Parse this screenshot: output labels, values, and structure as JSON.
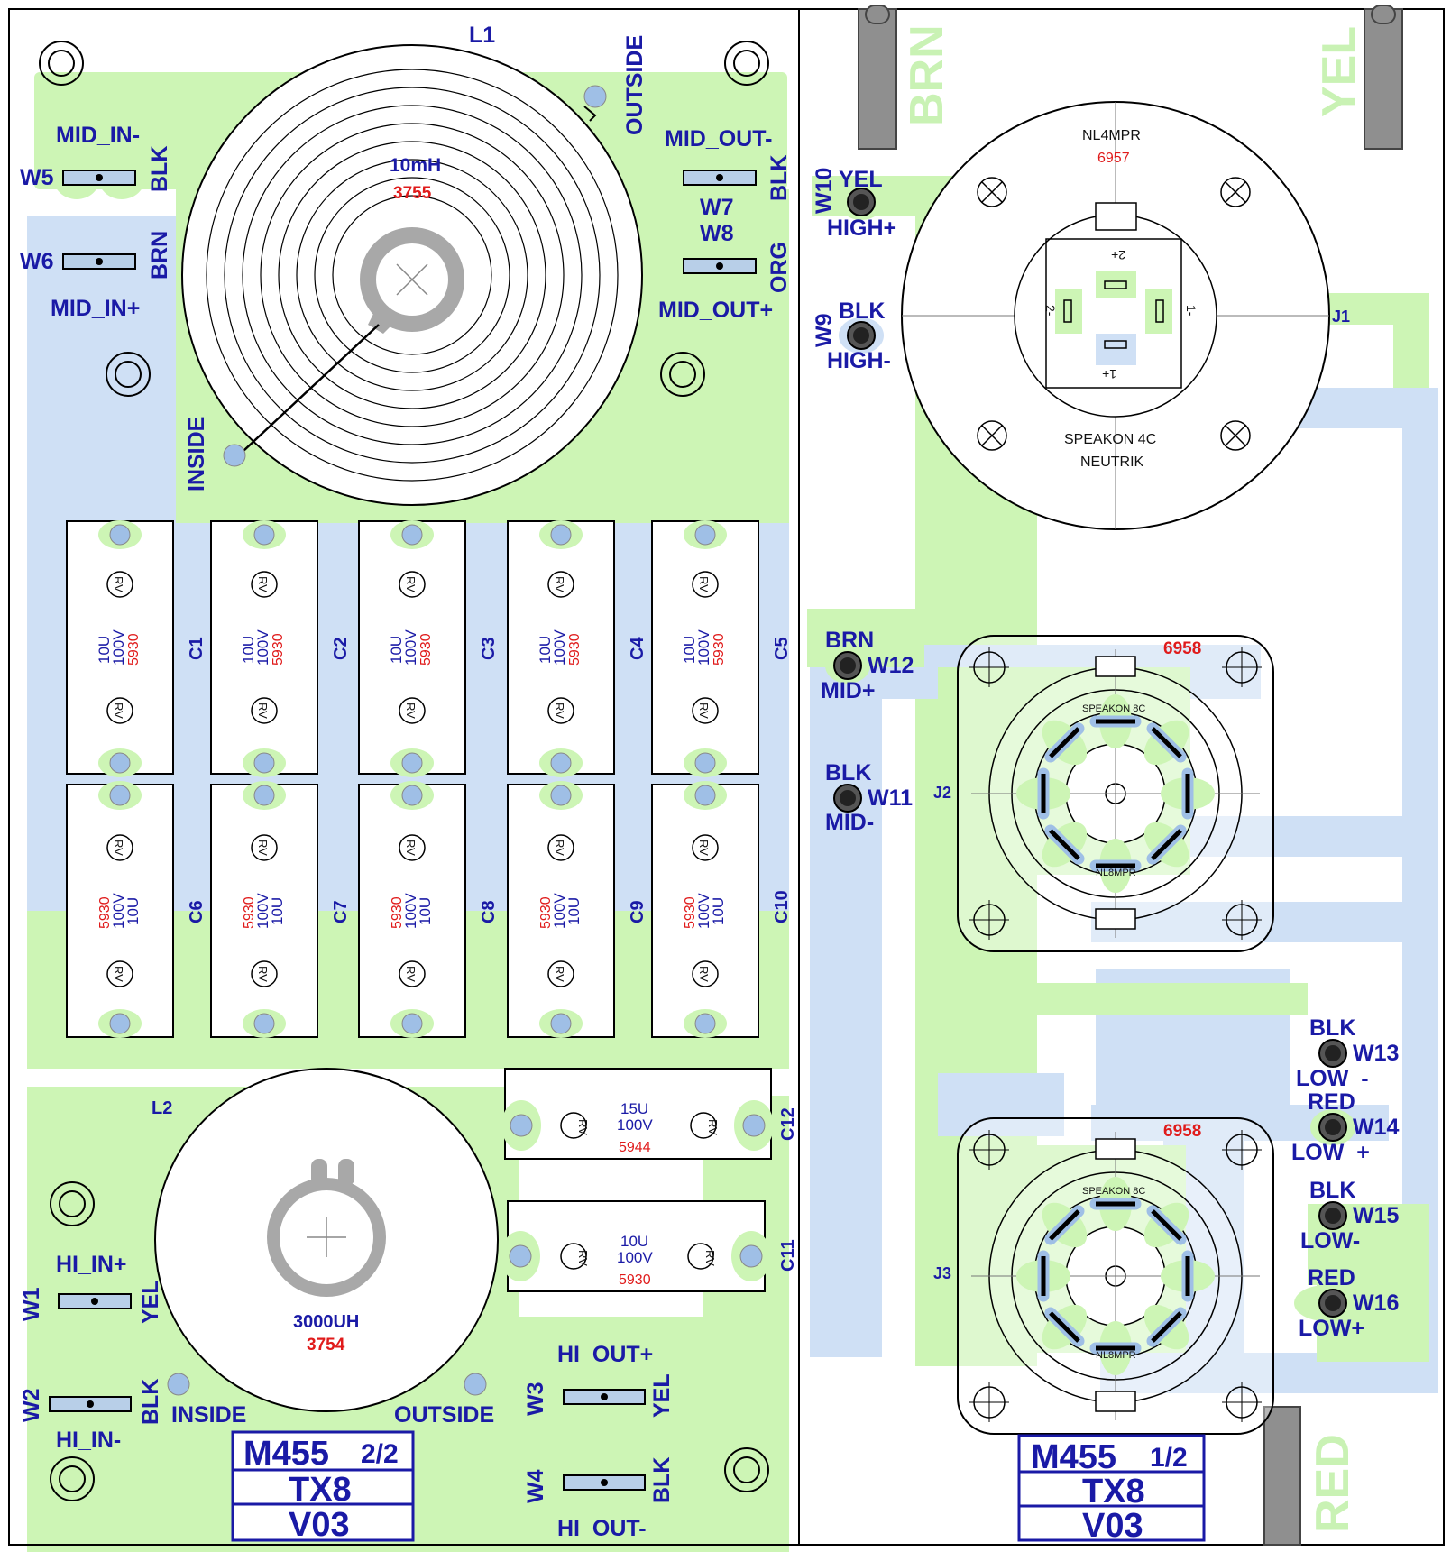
{
  "boards": {
    "left": {
      "coil_l1": {
        "ref": "L1",
        "value": "10mH",
        "part": "3755",
        "outside": "OUTSIDE",
        "inside": "INSIDE"
      },
      "coil_l2": {
        "ref": "L2",
        "value": "3000UH",
        "part": "3754",
        "outside": "OUTSIDE",
        "inside": "INSIDE"
      },
      "wires": [
        {
          "id": "W5",
          "signal": "MID_IN-",
          "color": "BLK"
        },
        {
          "id": "W6",
          "signal": "MID_IN+",
          "color": "BRN"
        },
        {
          "id": "W7",
          "signal": "MID_OUT-",
          "color": "BLK"
        },
        {
          "id": "W8",
          "signal": "MID_OUT+",
          "color": "ORG"
        },
        {
          "id": "W1",
          "signal": "HI_IN+",
          "color": "YEL"
        },
        {
          "id": "W2",
          "signal": "HI_IN-",
          "color": "BLK"
        },
        {
          "id": "W3",
          "signal": "HI_OUT+",
          "color": "YEL"
        },
        {
          "id": "W4",
          "signal": "HI_OUT-",
          "color": "BLK"
        }
      ],
      "caps_top": [
        {
          "ref": "C1",
          "cap": "10U",
          "volt": "100V",
          "part": "5930"
        },
        {
          "ref": "C2",
          "cap": "10U",
          "volt": "100V",
          "part": "5930"
        },
        {
          "ref": "C3",
          "cap": "10U",
          "volt": "100V",
          "part": "5930"
        },
        {
          "ref": "C4",
          "cap": "10U",
          "volt": "100V",
          "part": "5930"
        },
        {
          "ref": "C5",
          "cap": "10U",
          "volt": "100V",
          "part": "5930"
        }
      ],
      "caps_bottom": [
        {
          "ref": "C6",
          "cap": "10U",
          "volt": "100V",
          "part": "5930"
        },
        {
          "ref": "C7",
          "cap": "10U",
          "volt": "100V",
          "part": "5930"
        },
        {
          "ref": "C8",
          "cap": "10U",
          "volt": "100V",
          "part": "5930"
        },
        {
          "ref": "C9",
          "cap": "10U",
          "volt": "100V",
          "part": "5930"
        },
        {
          "ref": "C10",
          "cap": "10U",
          "volt": "100V",
          "part": "5930"
        }
      ],
      "cap_c12": {
        "ref": "C12",
        "cap": "15U",
        "volt": "100V",
        "part": "5944"
      },
      "cap_c11": {
        "ref": "C11",
        "cap": "10U",
        "volt": "100V",
        "part": "5930"
      },
      "rv_mark": "RV",
      "title_block": {
        "model": "M455",
        "sheet": "2/2",
        "product": "TX8",
        "version": "V03"
      }
    },
    "right": {
      "ghost_labels": {
        "brn": "BRN",
        "yel": "YEL",
        "red": "RED"
      },
      "j1": {
        "ref": "J1",
        "part": "NL4MPR",
        "code": "6957",
        "name": "SPEAKON 4C",
        "maker": "NEUTRIK",
        "pins": {
          "p2p": "2+",
          "p2m": "2-",
          "p1p": "1+",
          "p1m": "1-"
        }
      },
      "j2": {
        "ref": "J2",
        "code": "6958",
        "name": "SPEAKON 8C",
        "part": "NL8MPR"
      },
      "j3": {
        "ref": "J3",
        "code": "6958",
        "name": "SPEAKON 8C",
        "part": "NL8MPR"
      },
      "wires": [
        {
          "id": "W10",
          "color": "YEL",
          "signal": "HIGH+"
        },
        {
          "id": "W9",
          "color": "BLK",
          "signal": "HIGH-"
        },
        {
          "id": "W12",
          "color": "BRN",
          "signal": "MID+"
        },
        {
          "id": "W11",
          "color": "BLK",
          "signal": "MID-"
        },
        {
          "id": "W13",
          "color": "BLK",
          "signal": "LOW_-"
        },
        {
          "id": "W14",
          "color": "RED",
          "signal": "LOW_+"
        },
        {
          "id": "W15",
          "color": "BLK",
          "signal": "LOW-"
        },
        {
          "id": "W16",
          "color": "RED",
          "signal": "LOW+"
        }
      ],
      "title_block": {
        "model": "M455",
        "sheet": "1/2",
        "product": "TX8",
        "version": "V03"
      }
    }
  },
  "colors": {
    "copper_top": "#cdf5b5",
    "copper_bottom": "#cfe0f5",
    "label": "#1a1aa6",
    "part_code": "#e01b1b"
  }
}
